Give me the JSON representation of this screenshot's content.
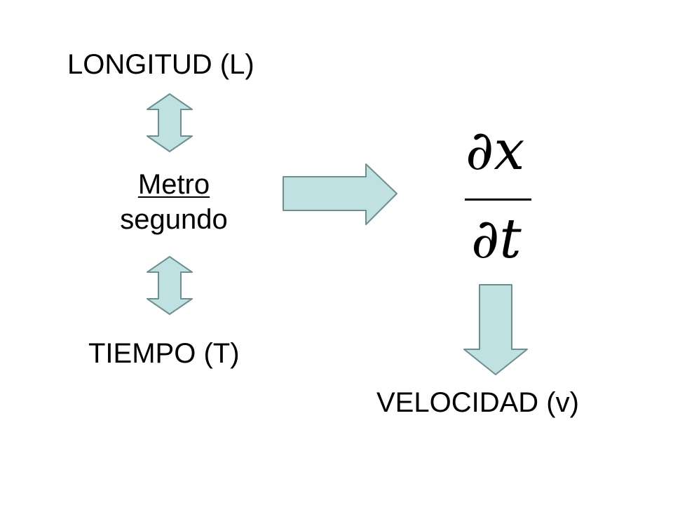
{
  "diagram": {
    "top_quantity": "LONGITUD (L)",
    "bottom_quantity": "TIEMPO (T)",
    "unit_ratio": {
      "numerator": "Metro",
      "denominator": "segundo"
    },
    "derivative": {
      "numerator": "∂x",
      "denominator": "∂t"
    },
    "result": "VELOCIDAD (v)"
  },
  "colors": {
    "arrow_fill": "#bfe1e2",
    "arrow_stroke": "#6e8f90",
    "text": "#000000",
    "background": "#ffffff"
  },
  "icons": {
    "top_arrow": "double-vertical-arrow-icon",
    "bottom_arrow": "double-vertical-arrow-icon",
    "right_arrow": "arrow-right-icon",
    "down_arrow": "arrow-down-icon"
  }
}
